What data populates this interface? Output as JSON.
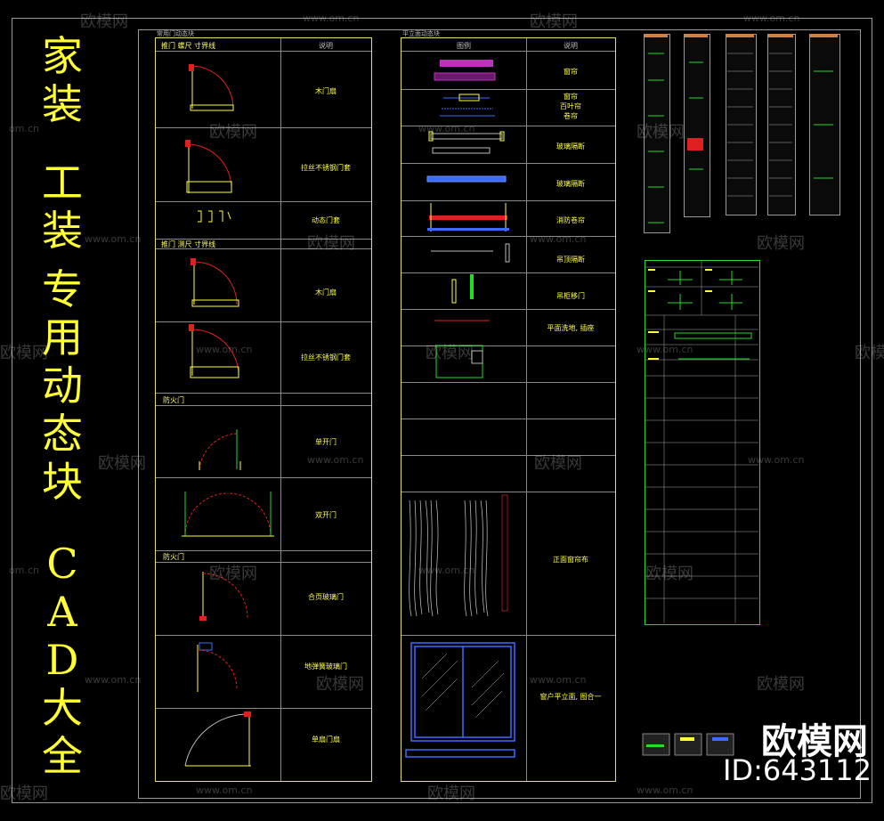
{
  "title": {
    "lines": [
      "家",
      "装",
      "工",
      "装",
      "专",
      "用",
      "动",
      "态",
      "块",
      "C",
      "A",
      "D",
      "大",
      "全"
    ]
  },
  "left_table": {
    "header_title": "常用门动态块",
    "col2_header": "说明",
    "sections": [
      "推门 蝶尺 寸界线",
      "推门 测尺 寸界线",
      "防火门",
      "防火门"
    ],
    "labels": [
      "木门扇",
      "拉丝不锈钢门套",
      "动态门套",
      "木门扇",
      "拉丝不锈钢门套",
      "单开门",
      "双开门",
      "合页玻璃门",
      "地弹簧玻璃门",
      "单扇门扇"
    ]
  },
  "mid_table": {
    "header_title": "平立面动态块",
    "col1_header": "图例",
    "col2_header": "说明",
    "labels": [
      "窗帘",
      "窗帘\n百叶帘\n卷帘",
      "玻璃隔断",
      "玻璃隔断",
      "消防卷帘",
      "吊顶隔断",
      "吊柜移门",
      "平面洗地, 插座",
      "",
      "",
      "",
      "",
      "正面窗帘布",
      "窗户平立面, 图合一"
    ]
  },
  "watermarks": {
    "brand": "欧模网",
    "url": "www.om.cn",
    "url_short": "om.cn"
  },
  "logo": {
    "name": "欧模网",
    "id": "ID:643112"
  },
  "colors": {
    "background": "#000000",
    "title": "#ffff33",
    "panel_border": "#e8e25a",
    "cad_red": "#e02020",
    "cad_green": "#22dd22",
    "cad_blue": "#3a6cff",
    "cad_magenta": "#c030c0"
  }
}
